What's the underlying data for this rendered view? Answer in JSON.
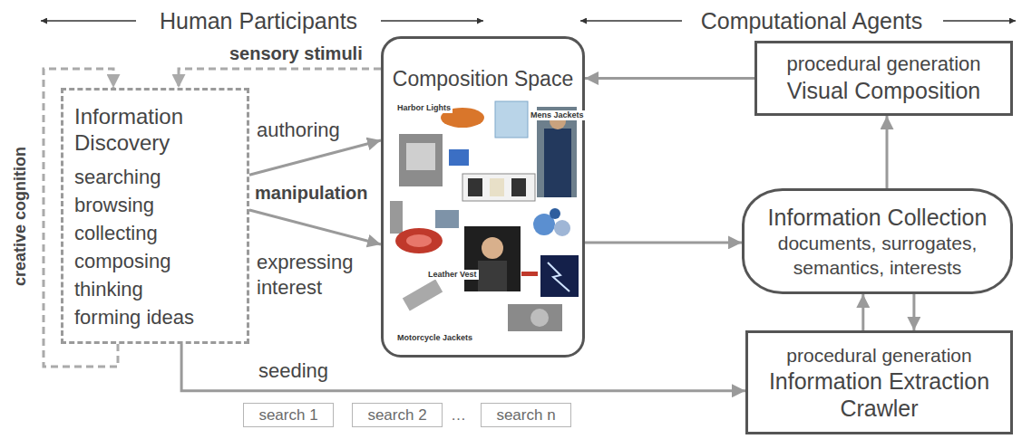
{
  "diagram": {
    "nodes": [
      {
        "text": [
          "Information Discovery",
          "searching",
          "browsing",
          "collecting",
          "composing",
          "thinking",
          "forming ideas"
        ]
      },
      {
        "text": [
          "Composition Space"
        ]
      },
      {
        "text": [
          "procedural generation",
          "Visual Composition"
        ]
      },
      {
        "text": [
          "Information Collection",
          "documents, surrogates, semantics, interests"
        ]
      },
      {
        "text": [
          "procedural generation",
          "Information Extraction Crawler"
        ]
      },
      {
        "text": [
          "search 1"
        ]
      },
      {
        "text": [
          "search 2"
        ]
      },
      {
        "text": [
          "search n"
        ]
      }
    ],
    "edges": [
      {
        "from": 0,
        "to": 1,
        "label": "authoring",
        "arrow": "to"
      },
      {
        "from": 0,
        "to": 1,
        "label": "expressing interest",
        "arrow": "to"
      },
      {
        "from": 2,
        "to": 1,
        "arrow": "to"
      },
      {
        "from": 1,
        "to": 3,
        "arrow": "to"
      },
      {
        "from": 3,
        "to": 2,
        "arrow": "to"
      },
      {
        "from": 4,
        "to": 3,
        "arrow": "to"
      },
      {
        "from": 3,
        "to": 4,
        "arrow": "to"
      },
      {
        "from": 0,
        "to": 4,
        "label": "seeding",
        "arrow": "to"
      },
      {
        "from": 1,
        "to": 0,
        "label": "sensory stimuli",
        "arrow": "to"
      }
    ],
    "labels": [
      "Human Participants",
      "Computational Agents",
      "manipulation",
      "creative cognition",
      "…",
      "Harbor Lights",
      "Mens Jackets",
      "Leather Vest",
      "Motorcycle Jackets"
    ]
  }
}
